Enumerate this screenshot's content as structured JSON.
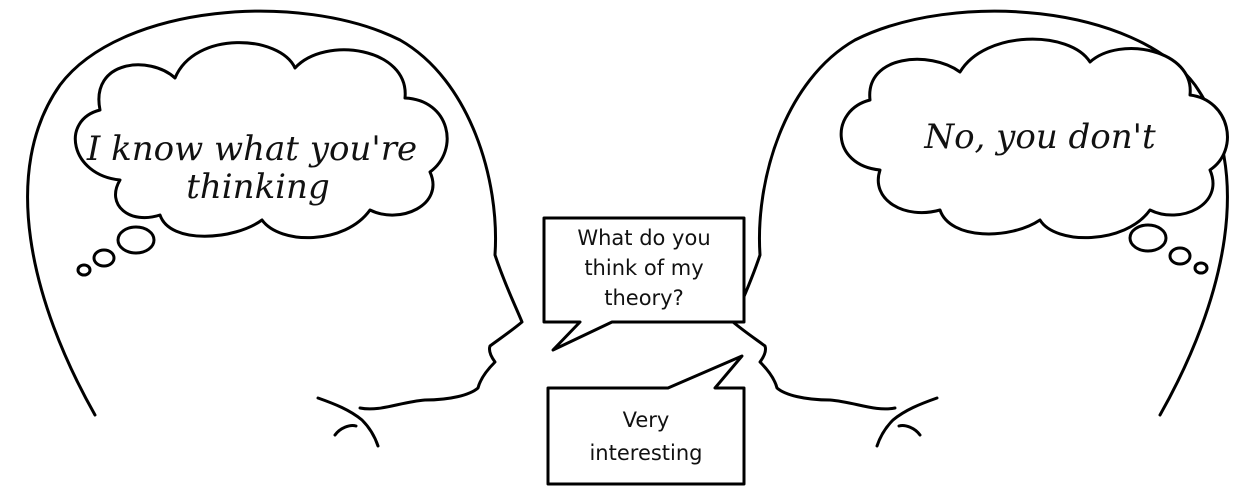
{
  "left_thought": {
    "line1": "I know what you're",
    "line2": "thinking"
  },
  "right_thought": {
    "line1": "No, you don't"
  },
  "speech_question": {
    "line1": "What do you",
    "line2": "think of my",
    "line3": "theory?"
  },
  "speech_answer": {
    "line1": "Very",
    "line2": "interesting"
  },
  "colors": {
    "stroke": "#000000",
    "background": "#ffffff"
  }
}
